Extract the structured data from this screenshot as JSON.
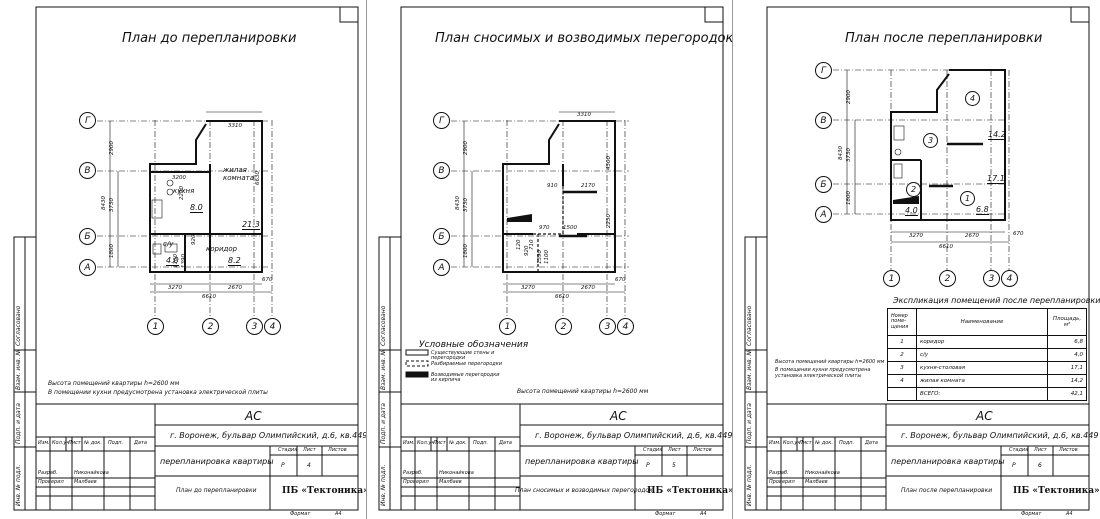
{
  "sheets": [
    {
      "title": "План до перепланировки",
      "stage": "Р",
      "sheet_no": "4",
      "drawing_name": "План до перепланировки",
      "notes": [
        "Высота помещений квартиры h=2600 мм",
        "В помещении кухни предусмотрена установка электрической плиты"
      ],
      "rooms": [
        {
          "name": "кухня",
          "area": "8.0"
        },
        {
          "name": "жилая комната",
          "area": "21.3"
        },
        {
          "name": "коридор",
          "area": "8.2"
        },
        {
          "name": "с/у",
          "area": "4.0"
        }
      ],
      "dims": {
        "top": "3310",
        "left1": "3200",
        "bottom1": "3270",
        "bottom2": "2670",
        "bottom3": "670",
        "total": "6610",
        "vtotal": "8430",
        "v1": "2900",
        "v2": "3730",
        "v3": "1800",
        "room_h": "6630",
        "k1": "2290",
        "k2": "920",
        "k3": "1390",
        "k4": "1780"
      }
    },
    {
      "title": "План сносимых и возводимых перегородок",
      "stage": "Р",
      "sheet_no": "5",
      "drawing_name": "План сносимых и возводимых перегородок",
      "notes": [
        "Высота помещений квартиры h=2600 мм"
      ],
      "legend_title": "Условные обозначения",
      "legend": [
        "Существующие стены и перегородки",
        "Разбираемые перегородки",
        "Возводимые перегородки из кирпича"
      ],
      "dims": {
        "top": "3310",
        "d2170": "2170",
        "d910": "910",
        "d2230": "2230",
        "d4300": "4300",
        "d970": "970",
        "d1500": "1500",
        "d1100": "1100",
        "d1390": "1390",
        "d920": "920",
        "d120": "120",
        "d710": "710",
        "bottom1": "3270",
        "bottom2": "2670",
        "bottom3": "670",
        "total": "6610",
        "vtotal": "8430",
        "v1": "2900",
        "v2": "3730",
        "v3": "1800"
      }
    },
    {
      "title": "План после перепланировки",
      "stage": "Р",
      "sheet_no": "6",
      "drawing_name": "План после перепланировки",
      "notes": [
        "Высота помещений квартиры h=2600 мм",
        "В помещении кухни предусмотрена установка электрической плиты"
      ],
      "rooms": [
        {
          "num": "1",
          "area": "6.8"
        },
        {
          "num": "2",
          "area": "4.0"
        },
        {
          "num": "3",
          "area": "17.1"
        },
        {
          "num": "4",
          "area": "14.2"
        }
      ],
      "dims": {
        "bottom1": "3270",
        "bottom2": "2670",
        "bottom3": "670",
        "total": "6610",
        "vtotal": "8430",
        "v1": "2900",
        "v2": "3730",
        "v3": "1800"
      },
      "explication": {
        "title": "Экспликация помещений после перепланировки",
        "headers": [
          "Номер поме-щения",
          "Наименование",
          "Площадь, м²"
        ],
        "rows": [
          [
            "1",
            "коридор",
            "6,8"
          ],
          [
            "2",
            "с/у",
            "4,0"
          ],
          [
            "3",
            "кухня-столовая",
            "17,1"
          ],
          [
            "4",
            "жилая комната",
            "14,2"
          ],
          [
            "",
            "ВСЕГО:",
            "42,1"
          ]
        ]
      }
    }
  ],
  "titleblock": {
    "code": "АС",
    "address": "г. Воронеж, бульвар Олимпийский, д.6, кв.449",
    "project": "перепланировка квартиры",
    "firm": "ПБ «Тектоника»",
    "col_heads": [
      "Изм.",
      "Кол.уч",
      "Лист",
      "№ док.",
      "Подп.",
      "Дата"
    ],
    "stage_head": "Стадия",
    "sheet_head": "Лист",
    "sheets_head": "Листов",
    "developed_label": "Разраб.",
    "developed_name": "Никонайкова",
    "checked_label": "Проверил",
    "checked_name": "Малбаев",
    "format_label": "Формат",
    "format_value": "А4"
  },
  "side_stamp": [
    "Согласовано",
    "Взам. инв. №",
    "Подп. и дата",
    "Инв. № подл."
  ],
  "axes_rows": [
    "Г",
    "В",
    "Б",
    "А"
  ],
  "axes_cols": [
    "1",
    "2",
    "3",
    "4"
  ]
}
